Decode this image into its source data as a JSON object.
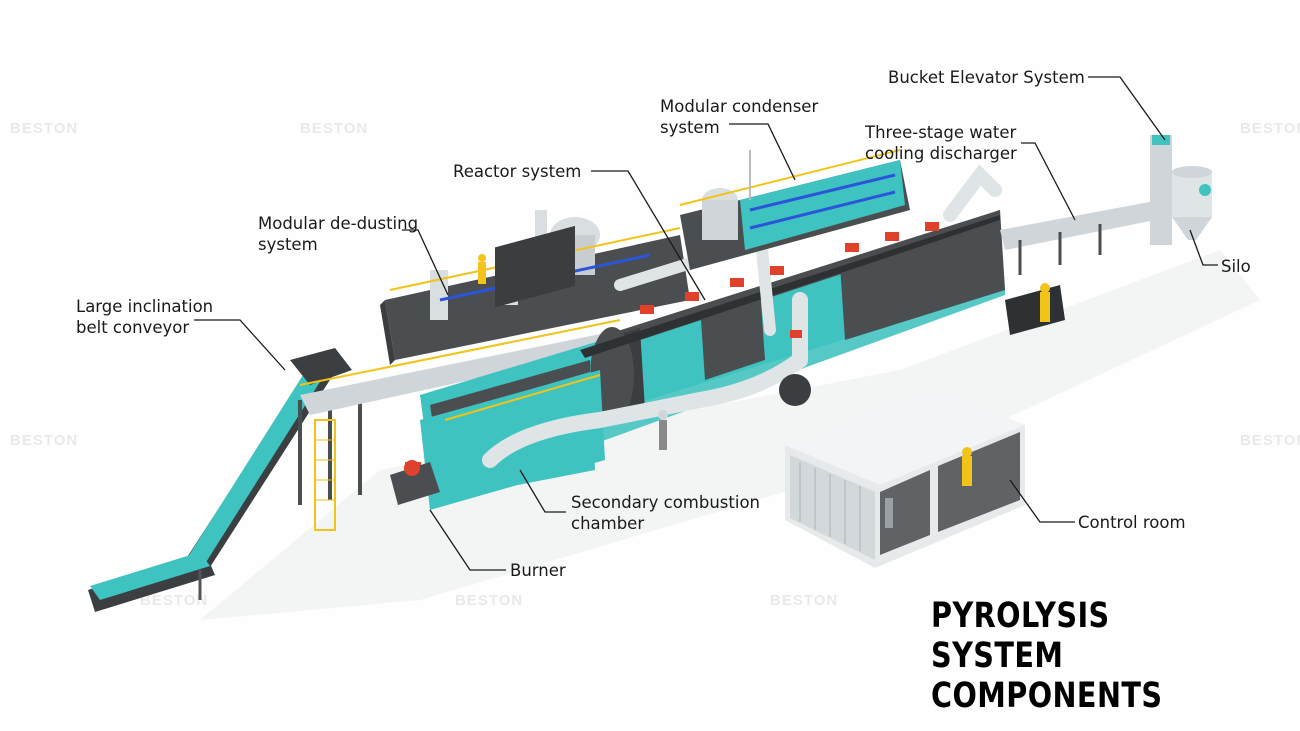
{
  "title": {
    "line1": "PYROLYSIS SYSTEM",
    "line2": "COMPONENTS"
  },
  "labels": {
    "bucket_elevator": "Bucket Elevator System",
    "modular_condenser_1": "Modular condenser",
    "modular_condenser_2": "system",
    "water_cooling_1": "Three-stage water",
    "water_cooling_2": "cooling discharger",
    "reactor": "Reactor system",
    "dedusting_1": "Modular de-dusting",
    "dedusting_2": "system",
    "silo": "Silo",
    "belt_conveyor_1": "Large inclination",
    "belt_conveyor_2": "belt conveyor",
    "secondary_combustion_1": "Secondary combustion",
    "secondary_combustion_2": "chamber",
    "control_room": "Control room",
    "burner": "Burner"
  },
  "watermark": "BESTON",
  "colors": {
    "teal": "#3fc3c0",
    "dark_gray": "#4b4e50",
    "red": "#e0412a",
    "yellow": "#f2c318",
    "steel": "#cfd5d8"
  }
}
